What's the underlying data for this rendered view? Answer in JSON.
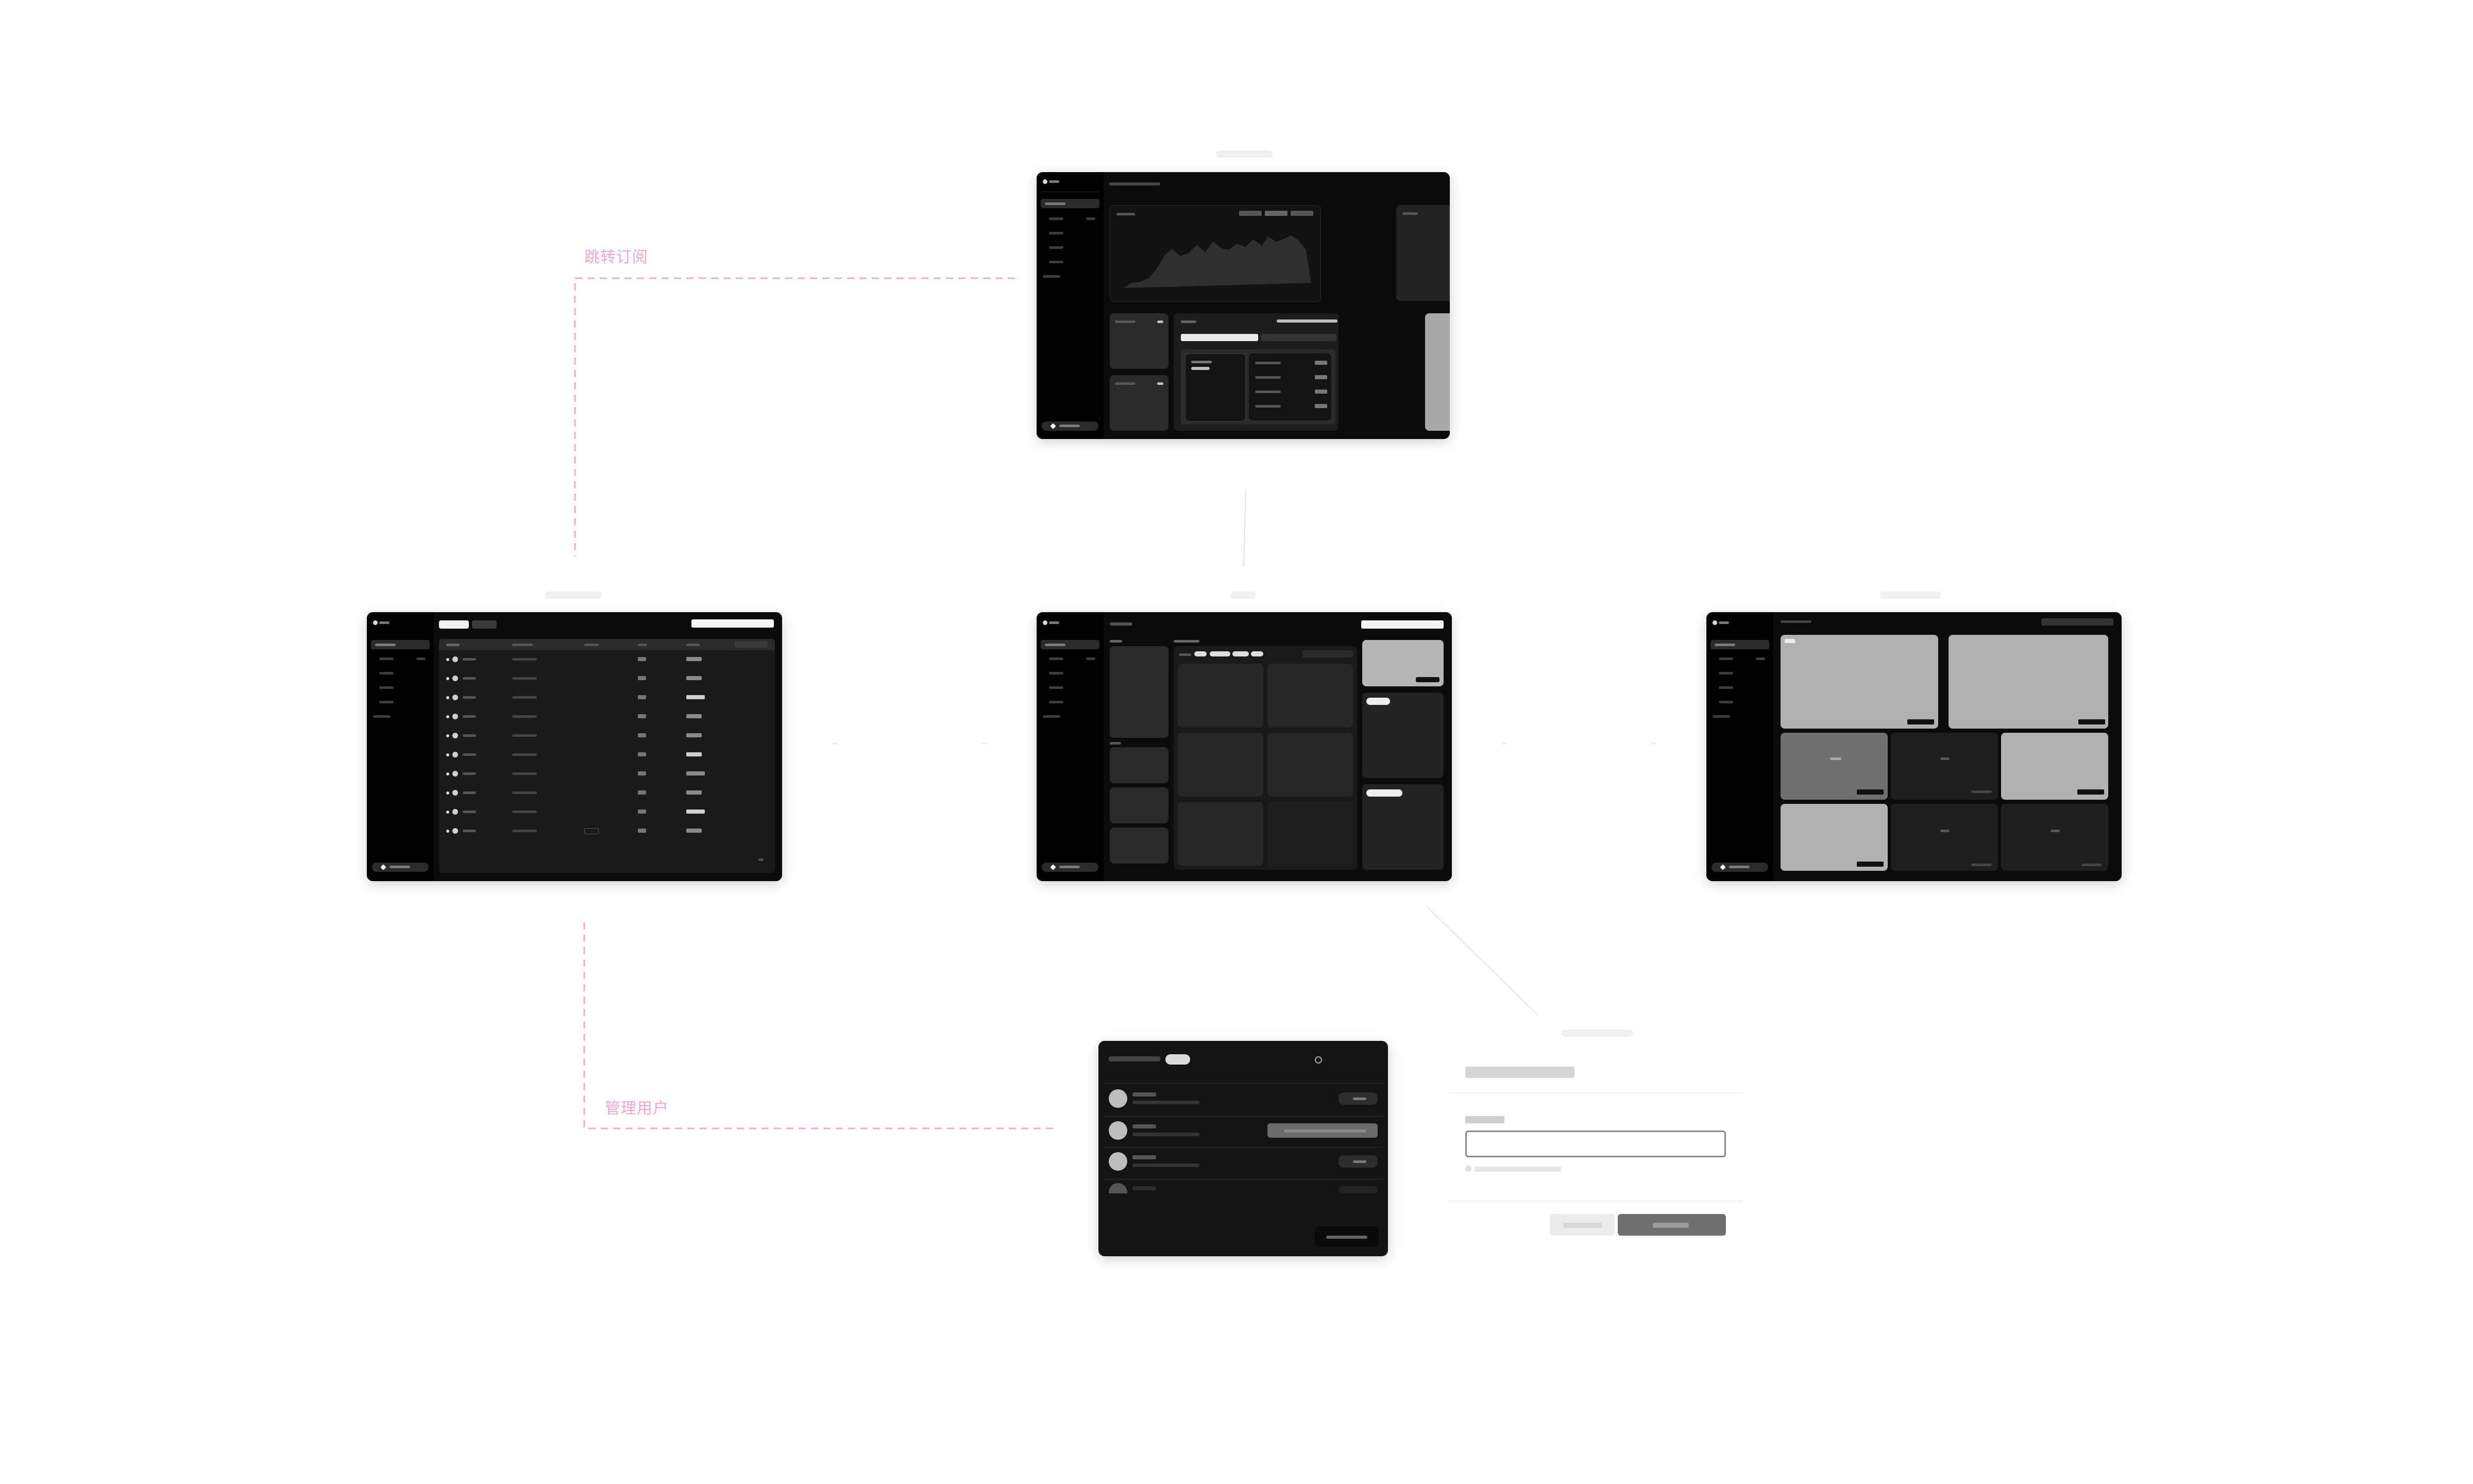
{
  "flow_labels": {
    "jump_order": "跳转订阅",
    "manage_users": "管理用户"
  },
  "colors": {
    "background": "#ffffff",
    "frame": "#050505",
    "card": "#1c1c1c",
    "placeholder": "#a9a9a9",
    "link_pink": "#f4a8d1",
    "link_grey": "#d9d9d9"
  },
  "screens": {
    "dashboard": "dashboard-screen",
    "user_table": "user-table-screen",
    "workspace": "workspace-screen",
    "gallery": "gallery-screen",
    "manage_users_modal": "manage-users-modal",
    "form_dialog": "form-dialog"
  },
  "icons": {
    "search": "search-icon",
    "logo": "logo-icon"
  }
}
